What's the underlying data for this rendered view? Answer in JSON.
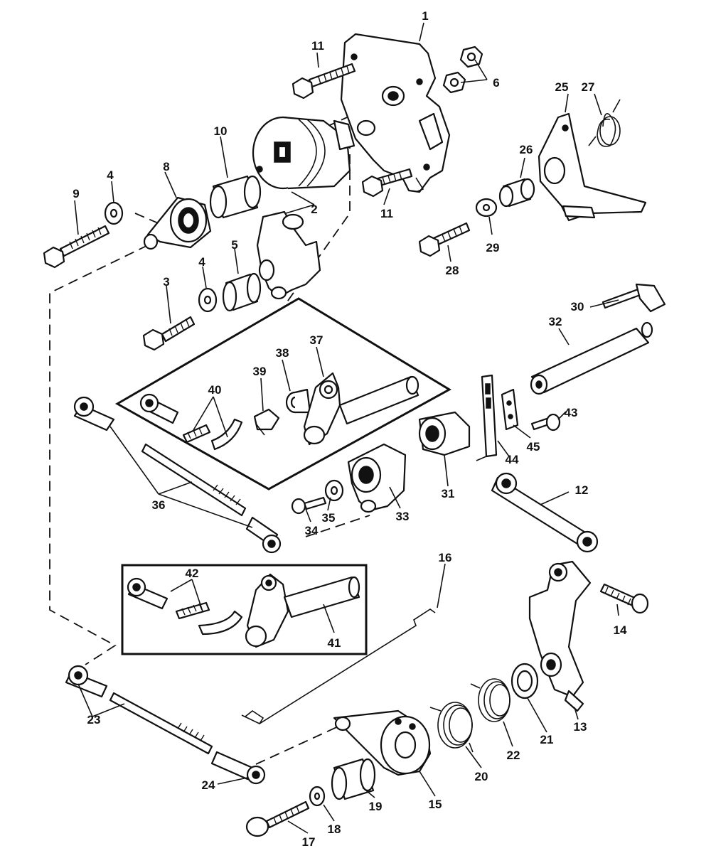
{
  "callouts": [
    {
      "id": "c1",
      "text": "1"
    },
    {
      "id": "c2",
      "text": "2"
    },
    {
      "id": "c3",
      "text": "3"
    },
    {
      "id": "c4a",
      "text": "4"
    },
    {
      "id": "c4b",
      "text": "4"
    },
    {
      "id": "c5",
      "text": "5"
    },
    {
      "id": "c6",
      "text": "6"
    },
    {
      "id": "c8",
      "text": "8"
    },
    {
      "id": "c9",
      "text": "9"
    },
    {
      "id": "c10",
      "text": "10"
    },
    {
      "id": "c11a",
      "text": "11"
    },
    {
      "id": "c11b",
      "text": "11"
    },
    {
      "id": "c12",
      "text": "12"
    },
    {
      "id": "c13",
      "text": "13"
    },
    {
      "id": "c14",
      "text": "14"
    },
    {
      "id": "c15",
      "text": "15"
    },
    {
      "id": "c16",
      "text": "16"
    },
    {
      "id": "c17",
      "text": "17"
    },
    {
      "id": "c18",
      "text": "18"
    },
    {
      "id": "c19",
      "text": "19"
    },
    {
      "id": "c20",
      "text": "20"
    },
    {
      "id": "c21",
      "text": "21"
    },
    {
      "id": "c22",
      "text": "22"
    },
    {
      "id": "c23",
      "text": "23"
    },
    {
      "id": "c24",
      "text": "24"
    },
    {
      "id": "c25",
      "text": "25"
    },
    {
      "id": "c26",
      "text": "26"
    },
    {
      "id": "c27",
      "text": "27"
    },
    {
      "id": "c28",
      "text": "28"
    },
    {
      "id": "c29",
      "text": "29"
    },
    {
      "id": "c30",
      "text": "30"
    },
    {
      "id": "c31",
      "text": "31"
    },
    {
      "id": "c32",
      "text": "32"
    },
    {
      "id": "c33",
      "text": "33"
    },
    {
      "id": "c34",
      "text": "34"
    },
    {
      "id": "c35",
      "text": "35"
    },
    {
      "id": "c36",
      "text": "36"
    },
    {
      "id": "c37",
      "text": "37"
    },
    {
      "id": "c38",
      "text": "38"
    },
    {
      "id": "c39",
      "text": "39"
    },
    {
      "id": "c40",
      "text": "40"
    },
    {
      "id": "c41",
      "text": "41"
    },
    {
      "id": "c42",
      "text": "42"
    },
    {
      "id": "c43",
      "text": "43"
    },
    {
      "id": "c44",
      "text": "44"
    },
    {
      "id": "c45",
      "text": "45"
    }
  ]
}
